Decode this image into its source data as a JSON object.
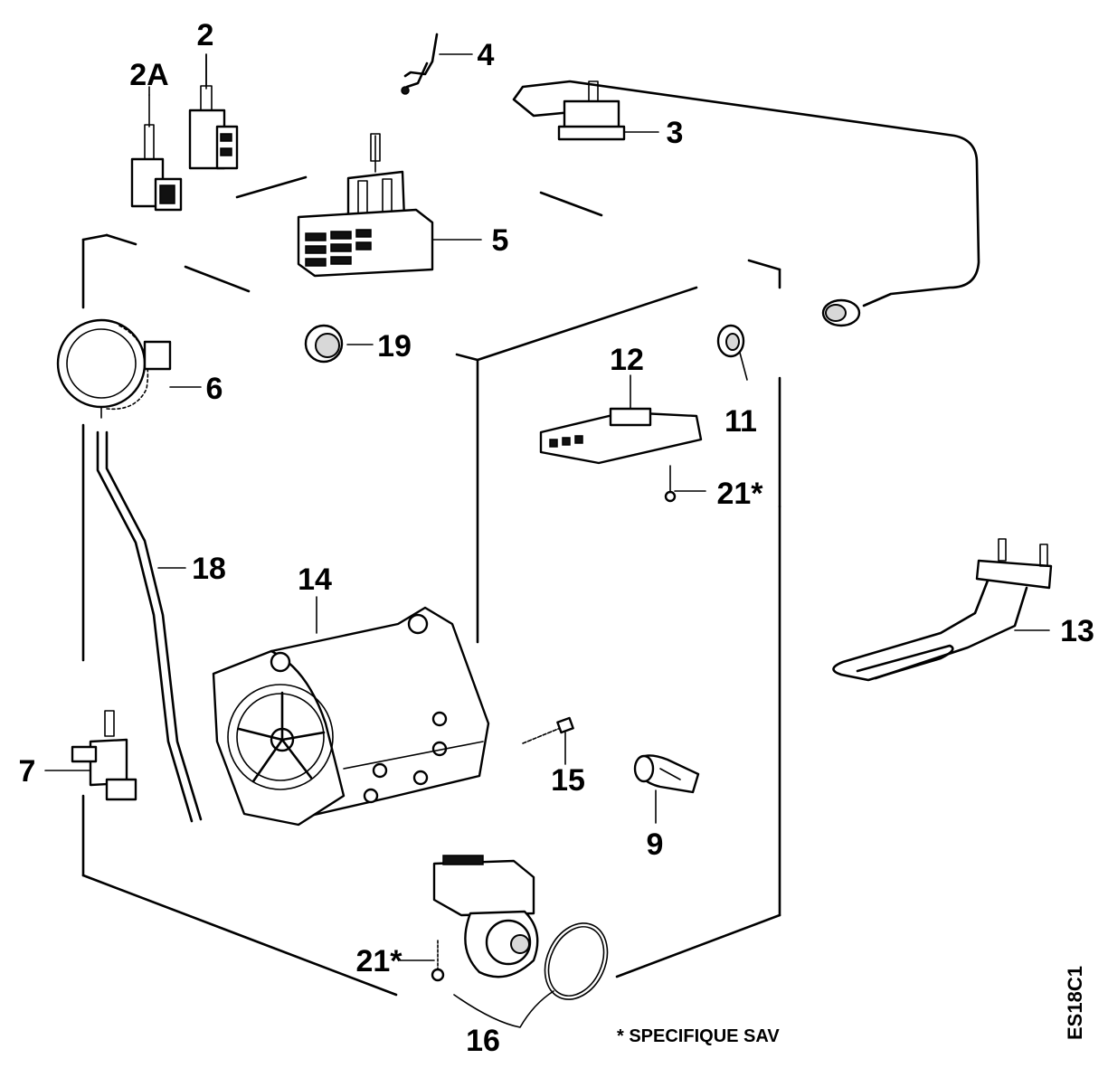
{
  "labels": {
    "l2": "2",
    "l2a": "2A",
    "l3": "3",
    "l4": "4",
    "l5": "5",
    "l6": "6",
    "l7": "7",
    "l9": "9",
    "l11": "11",
    "l12": "12",
    "l13": "13",
    "l14": "14",
    "l15": "15",
    "l16": "16",
    "l18": "18",
    "l19": "19",
    "l21_top": "21*",
    "l21_bottom": "21*"
  },
  "footnote": "*  SPECIFIQUE SAV",
  "figure_code": "ES18C1"
}
